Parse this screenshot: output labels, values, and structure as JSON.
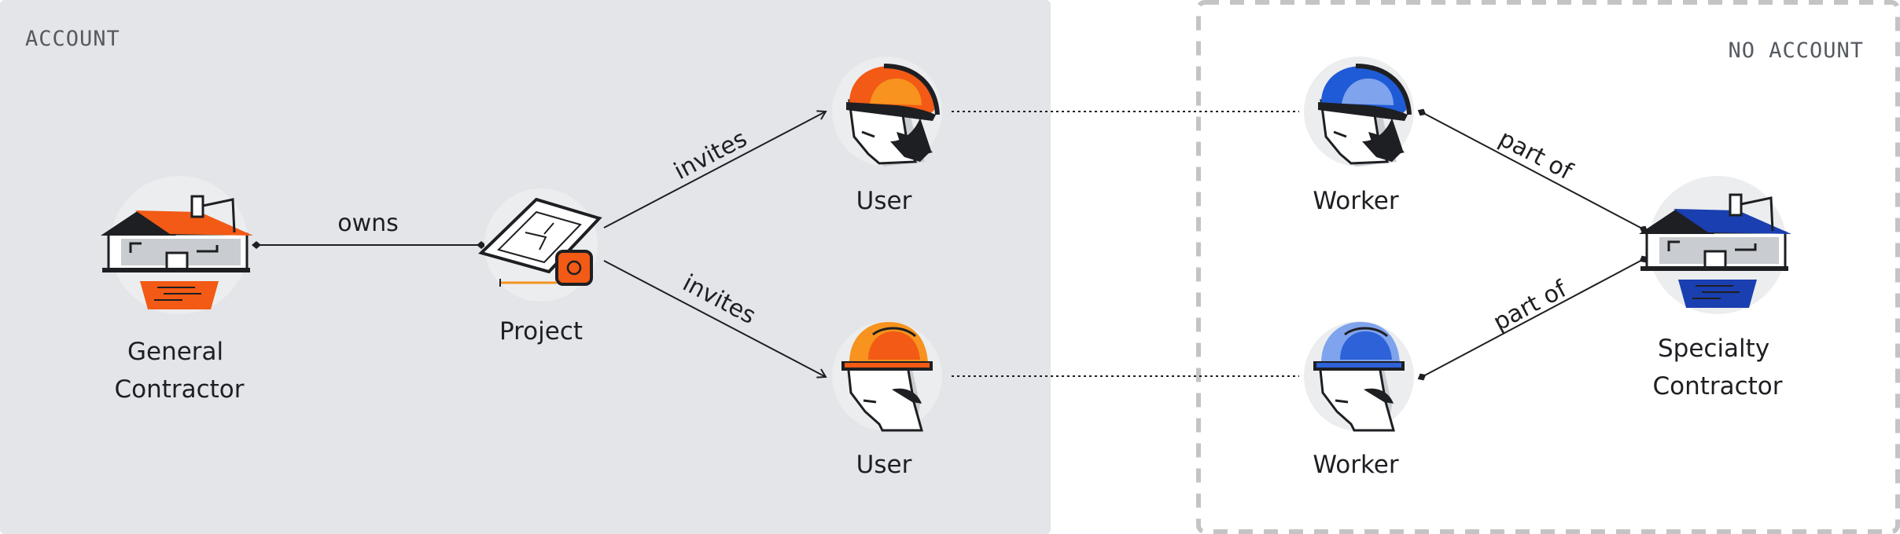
{
  "regions": {
    "account": {
      "label": "ACCOUNT"
    },
    "no_account": {
      "label": "NO ACCOUNT"
    }
  },
  "nodes": {
    "general_contractor": {
      "label_line1": "General",
      "label_line2": "Contractor",
      "icon": "house-icon",
      "color": "#f25a15"
    },
    "project": {
      "label": "Project",
      "icon": "blueprint-icon"
    },
    "user_top": {
      "label": "User",
      "icon": "hard-hat-worker-icon",
      "color": "#f25a15"
    },
    "user_bottom": {
      "label": "User",
      "icon": "hard-hat-worker-icon",
      "color": "#f7931e"
    },
    "worker_top": {
      "label": "Worker",
      "icon": "hard-hat-worker-icon",
      "color": "#1f5bd6"
    },
    "worker_bottom": {
      "label": "Worker",
      "icon": "hard-hat-worker-icon",
      "color": "#2e62d9"
    },
    "specialty_contractor": {
      "label_line1": "Specialty",
      "label_line2": "Contractor",
      "icon": "house-icon",
      "color": "#1a3fb0"
    }
  },
  "edges": {
    "owns": {
      "label": "owns"
    },
    "invites_top": {
      "label": "invites"
    },
    "invites_bottom": {
      "label": "invites"
    },
    "part_of_top": {
      "label": "part of"
    },
    "part_of_bottom": {
      "label": "part of"
    }
  },
  "colors": {
    "account_panel": "#e3e5e8",
    "dashed_border": "#c4c4c4",
    "node_circle": "#ebedef",
    "orange": "#f25a15",
    "orange_light": "#f7931e",
    "blue": "#1f5bd6",
    "navy": "#1a3fb0",
    "ink": "#1e1f22"
  }
}
